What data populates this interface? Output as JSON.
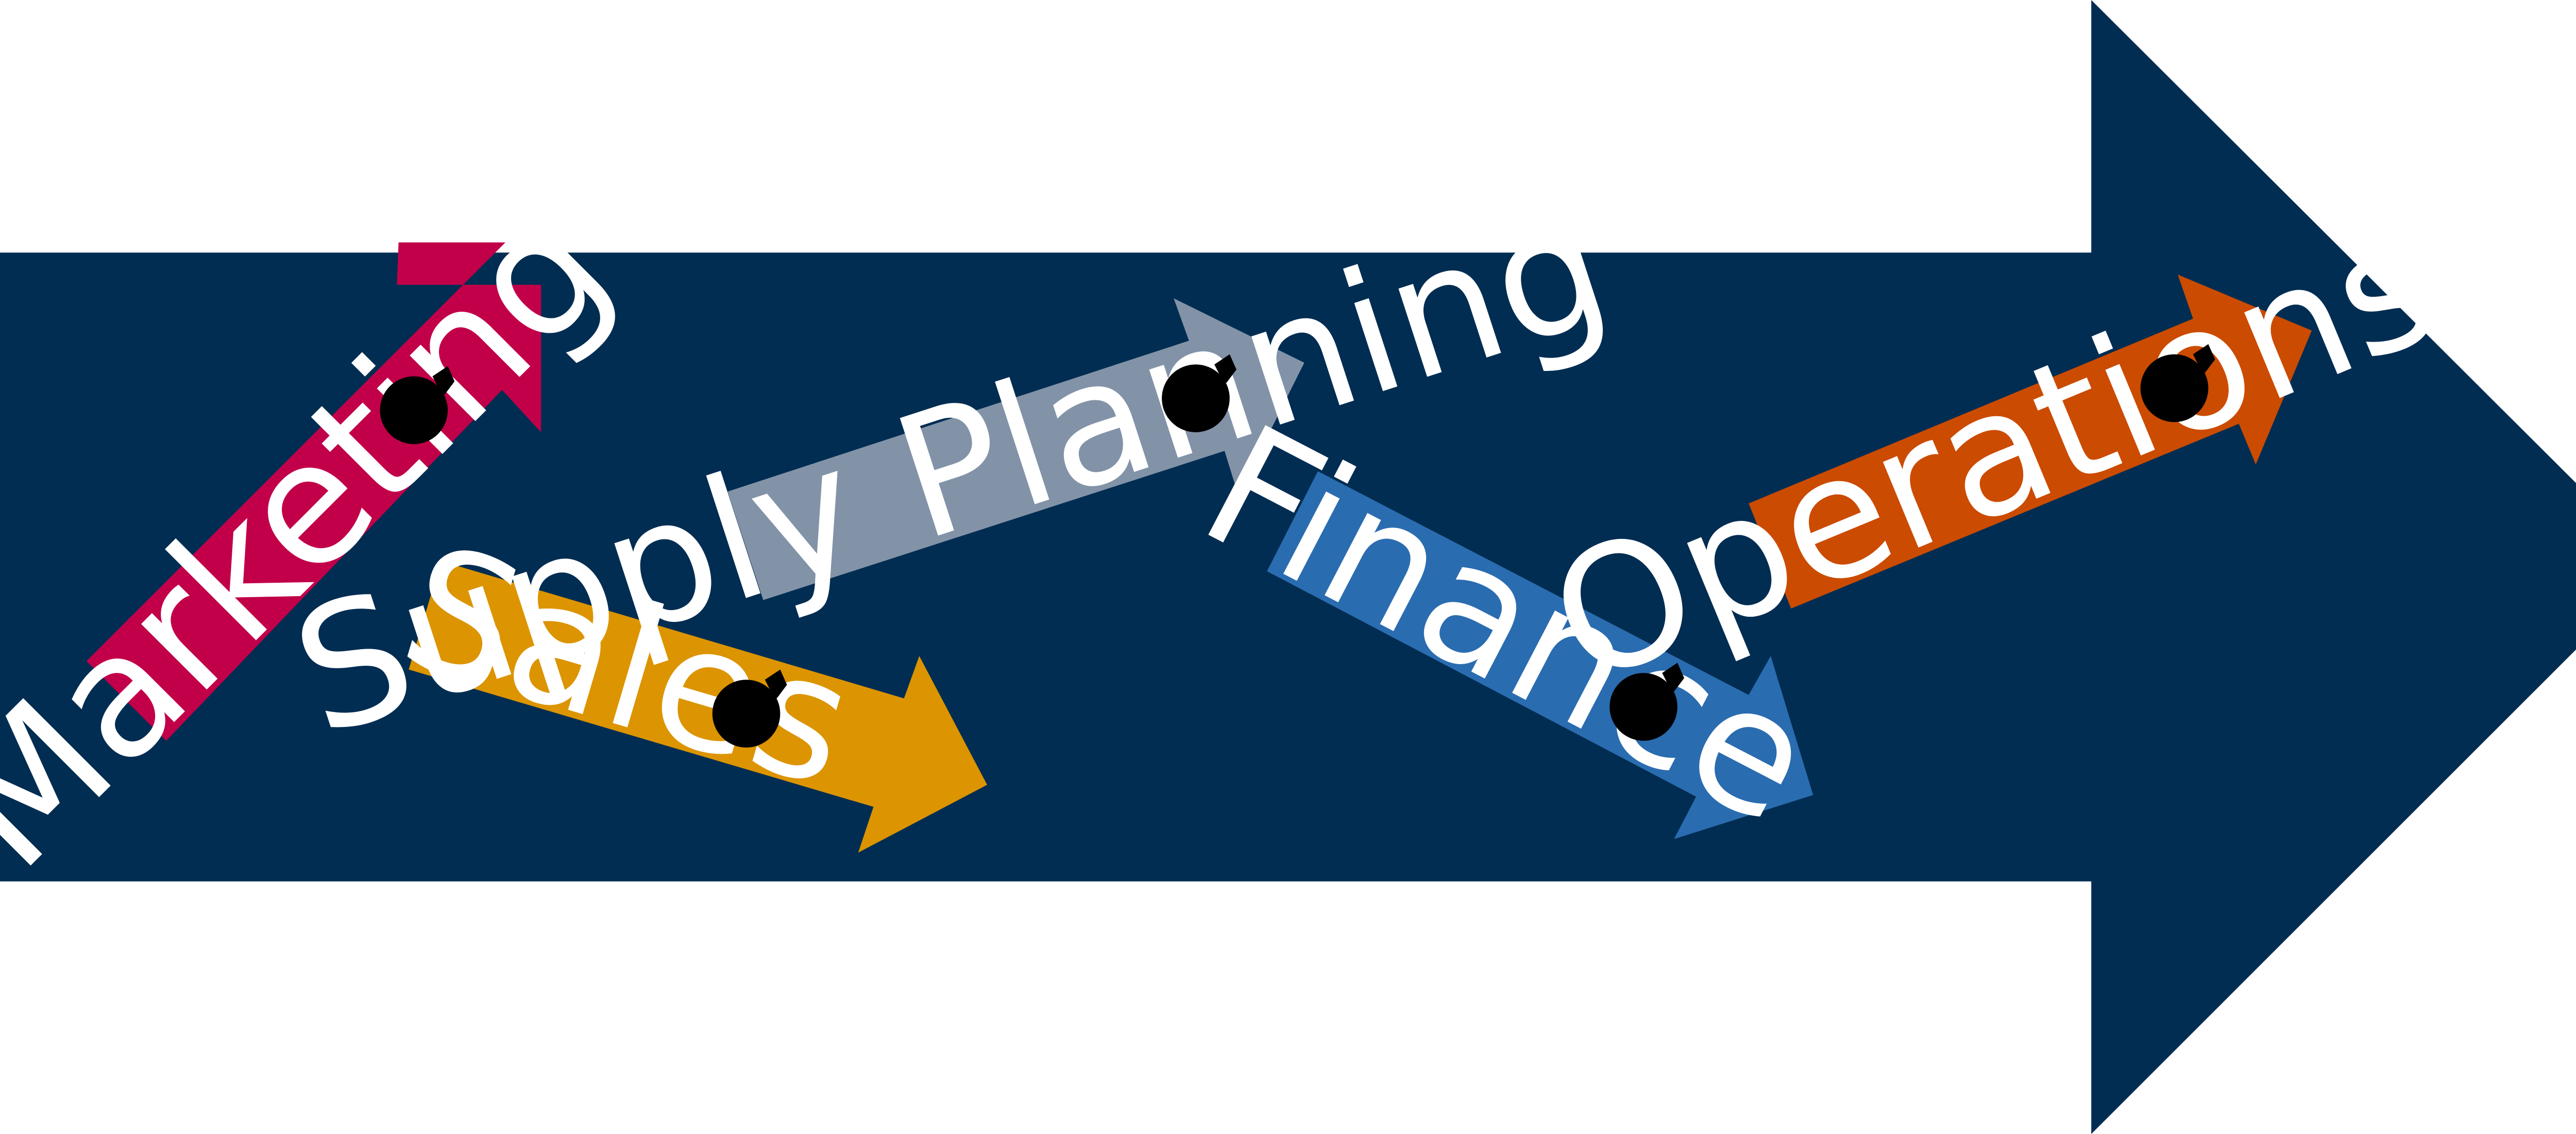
{
  "colors": {
    "background": "#ffffff",
    "main_arrow": "#022d52",
    "label_text": "#ffffff"
  },
  "steps": [
    {
      "label": "Marketing",
      "color": "#c2004a",
      "icon": "target-icon"
    },
    {
      "label": "Sales",
      "color": "#dc9400",
      "icon": "target-icon"
    },
    {
      "label": "Supply Planning",
      "color": "#8293a8",
      "icon": "target-icon"
    },
    {
      "label": "Finance",
      "color": "#2a6cb0",
      "icon": "target-icon"
    },
    {
      "label": "Operations",
      "color": "#cb4b00",
      "icon": "target-icon"
    }
  ]
}
